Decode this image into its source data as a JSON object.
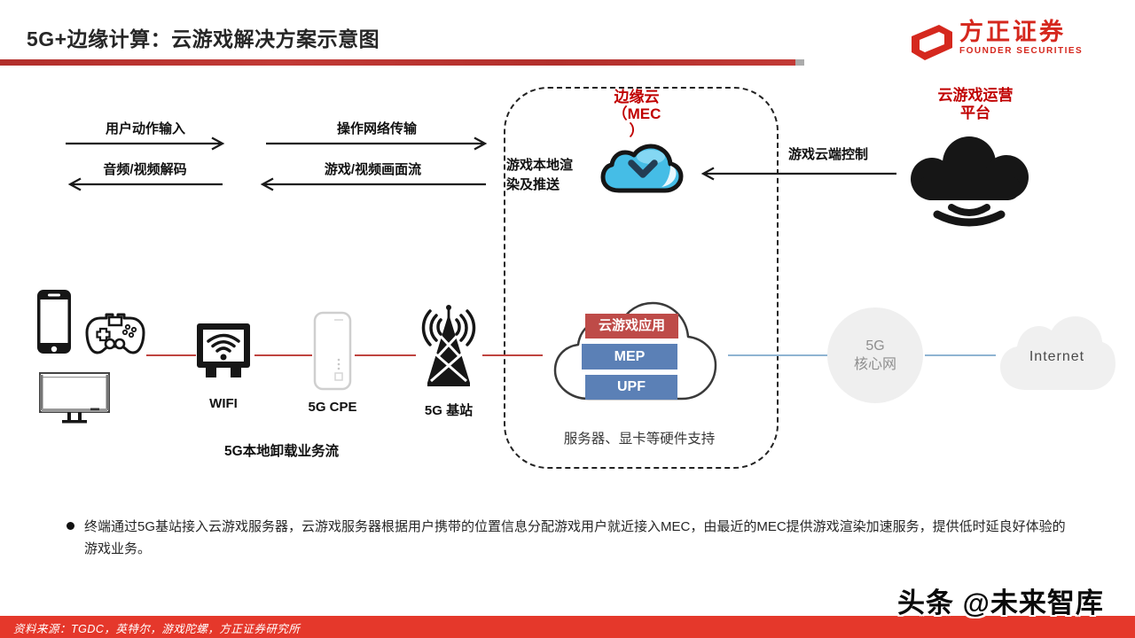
{
  "page": {
    "title": "5G+边缘计算：云游戏解决方案示意图"
  },
  "logo": {
    "name_cn": "方正证券",
    "name_en": "FOUNDER SECURITIES",
    "brand_red": "#d5281e"
  },
  "arrows": {
    "user_input": "用户动作输入",
    "audio_decode": "音频/视频解码",
    "op_transfer": "操作网络传输",
    "video_stream": "游戏/视频画面流",
    "cloud_control": "游戏云端控制"
  },
  "mec_zone": {
    "title_lines": [
      "边缘云",
      "（MEC",
      "）"
    ],
    "local_render": "游戏本地渲染及推送",
    "stack": {
      "app": "云游戏应用",
      "mep": "MEP",
      "upf": "UPF"
    },
    "hardware_note": "服务器、显卡等硬件支持",
    "box_red": "#be4b48",
    "box_blue": "#5b80b6"
  },
  "platform": {
    "title_lines": [
      "云游戏运营",
      "平台"
    ]
  },
  "access": {
    "wifi_label": "WIFI",
    "cpe_label": "5G CPE",
    "base_station_label": "5G 基站",
    "offload_label": "5G本地卸载业务流"
  },
  "network": {
    "core_lines": [
      "5G",
      "核心网"
    ],
    "internet_label": "Internet"
  },
  "note": {
    "bullet": "终端通过5G基站接入云游戏服务器，云游戏服务器根据用户携带的位置信息分配游戏用户就近接入MEC，由最近的MEC提供游戏渲染加速服务，提供低时延良好体验的游戏业务。"
  },
  "footer": {
    "source": "资料来源：TGDC，英特尔，游戏陀螺，方正证券研究所",
    "watermark": "头条 @未来智库",
    "bar_red": "#e5382b"
  },
  "colors": {
    "accent_red": "#c00000",
    "line_red": "#bf4440",
    "line_blue": "#8fb4d2"
  }
}
